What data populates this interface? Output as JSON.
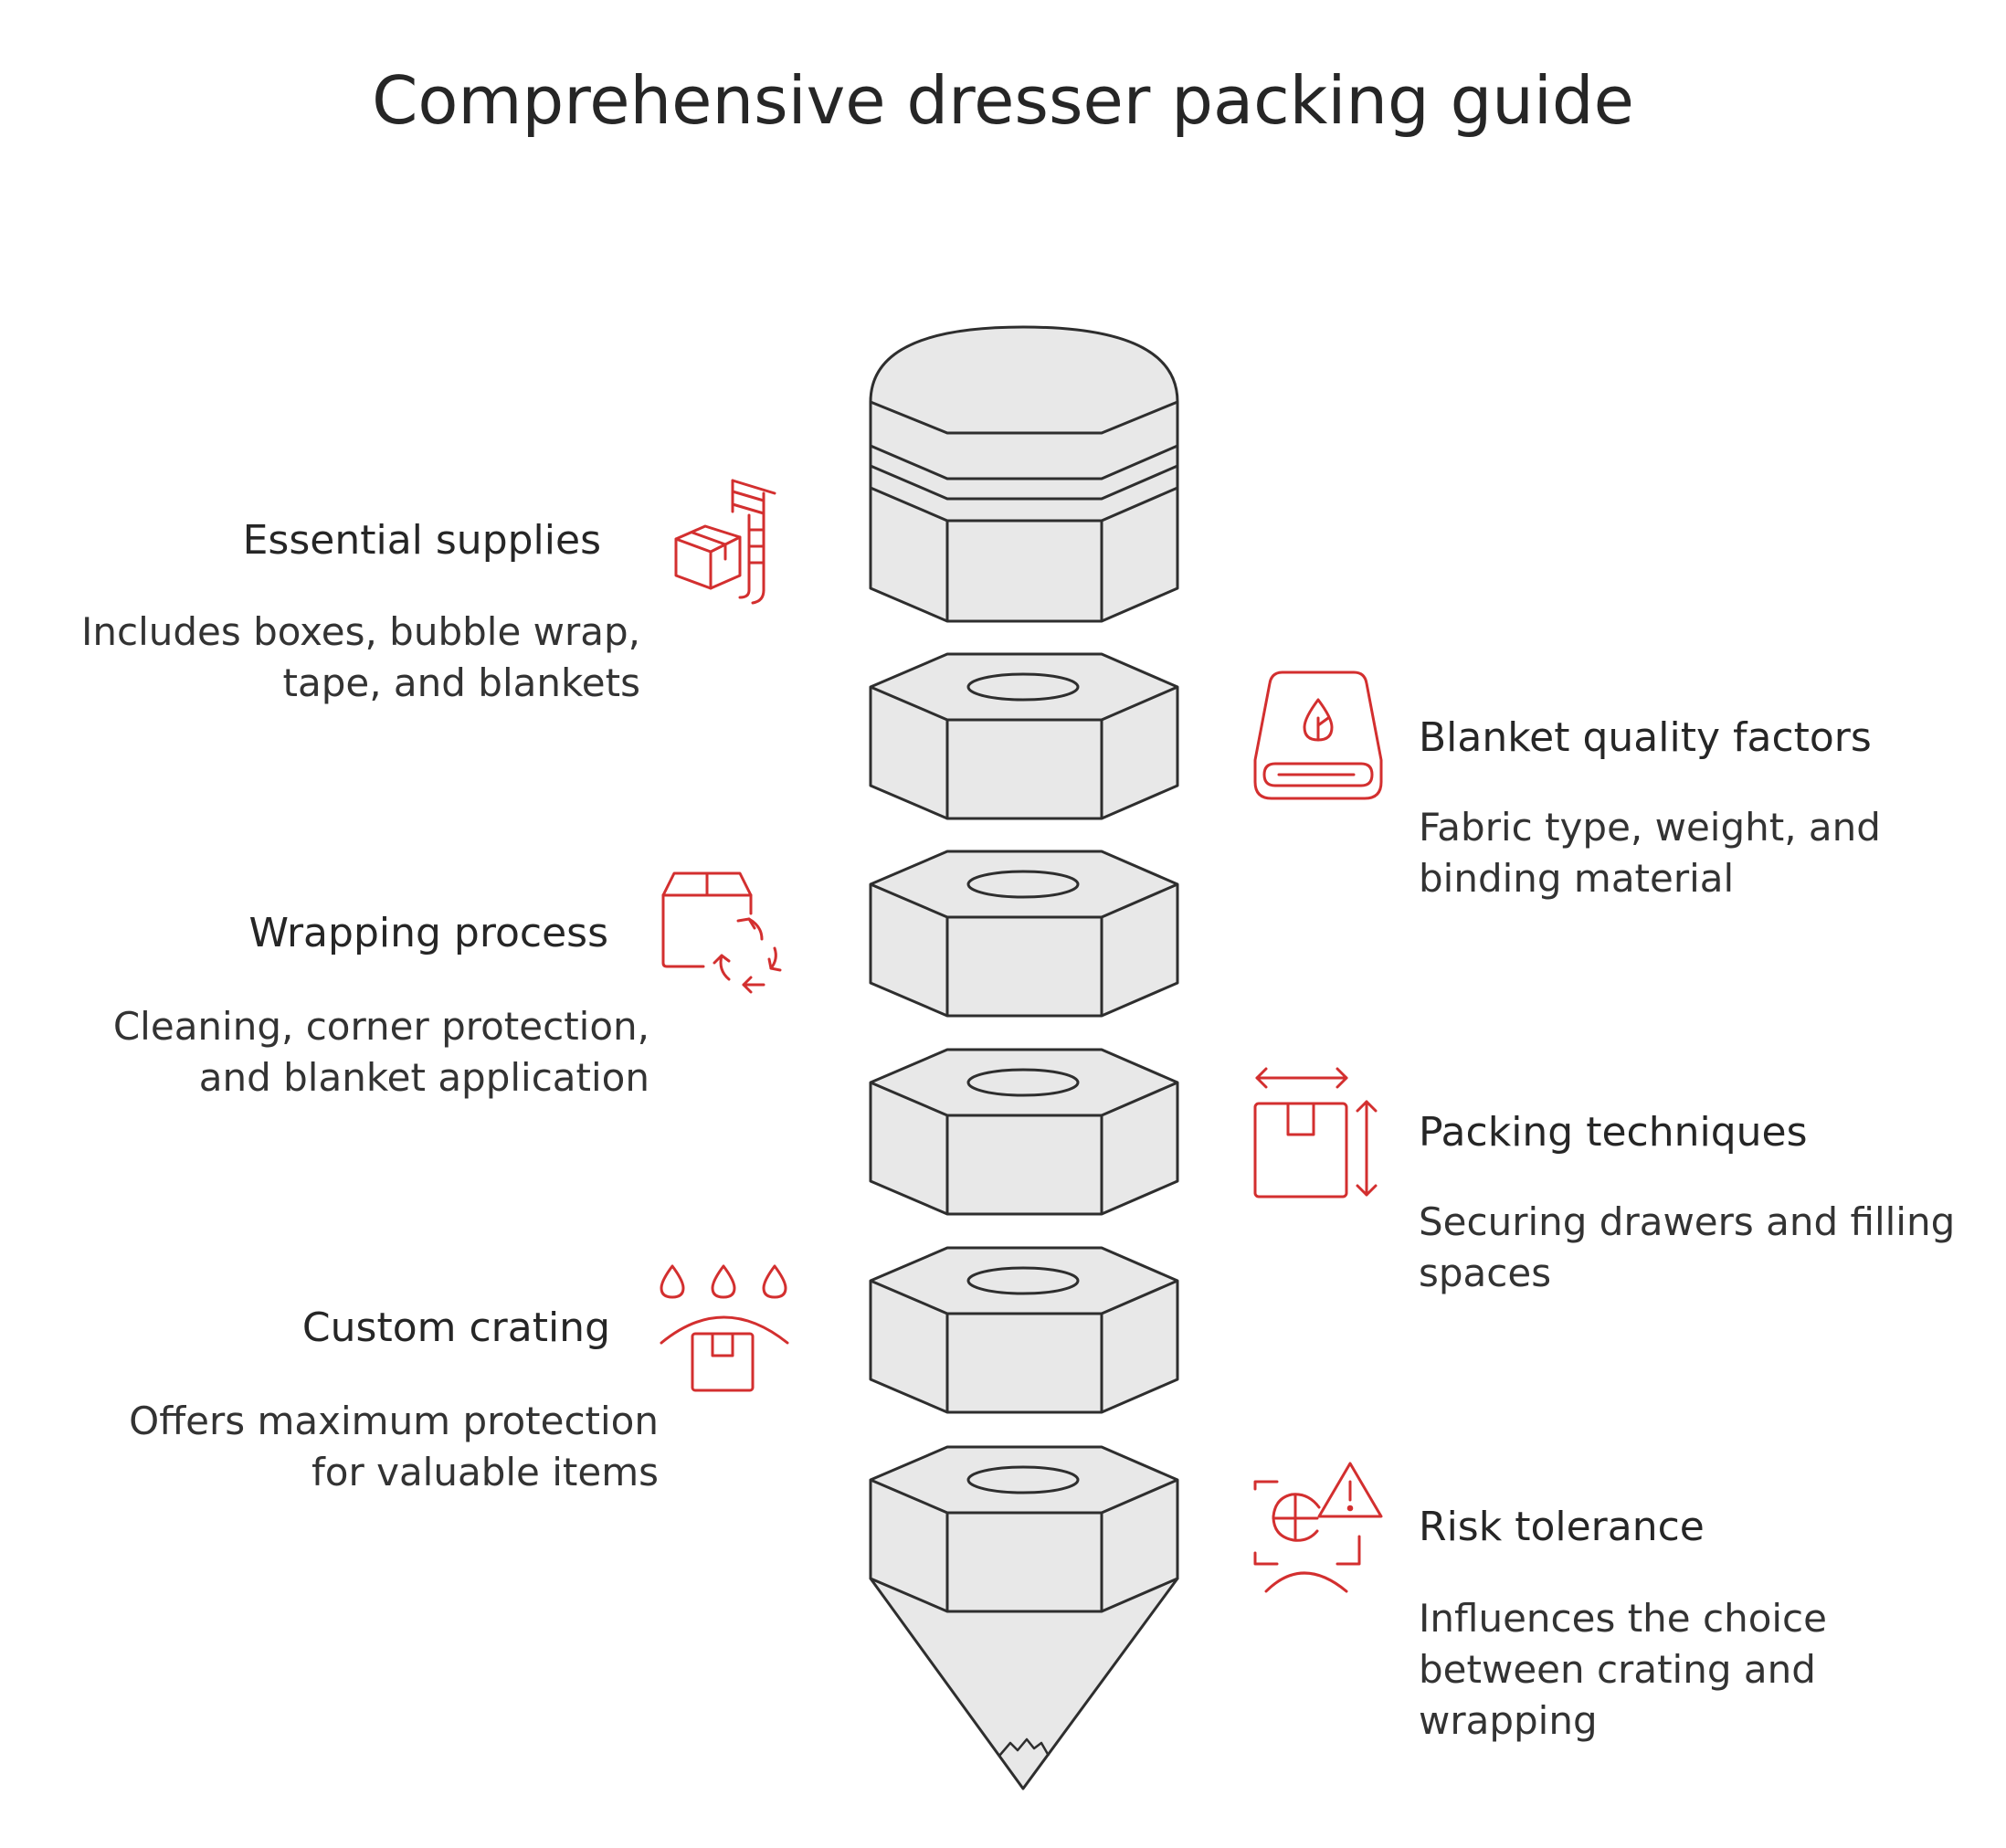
{
  "title": "Comprehensive dresser packing guide",
  "colors": {
    "accent": "#d32f2f",
    "fill": "#e8e8e8",
    "stroke": "#2e2e2e"
  },
  "items": [
    {
      "heading": "Essential supplies",
      "desc": [
        "Includes boxes, bubble wrap,",
        "tape, and blankets"
      ],
      "icon": "box-ladder-icon"
    },
    {
      "heading": "Blanket quality factors",
      "desc": [
        "Fabric type, weight, and",
        "binding material"
      ],
      "icon": "rolled-blanket-icon"
    },
    {
      "heading": "Wrapping process",
      "desc": [
        "Cleaning, corner protection,",
        "and blanket application"
      ],
      "icon": "box-recycle-icon"
    },
    {
      "heading": "Packing techniques",
      "desc": [
        "Securing drawers and filling",
        "spaces"
      ],
      "icon": "box-dimensions-icon"
    },
    {
      "heading": "Custom crating",
      "desc": [
        "Offers maximum protection",
        "for valuable items"
      ],
      "icon": "box-shield-drops-icon"
    },
    {
      "heading": "Risk tolerance",
      "desc": [
        "Influences the choice",
        "between crating and",
        "wrapping"
      ],
      "icon": "risk-warning-icon"
    }
  ]
}
